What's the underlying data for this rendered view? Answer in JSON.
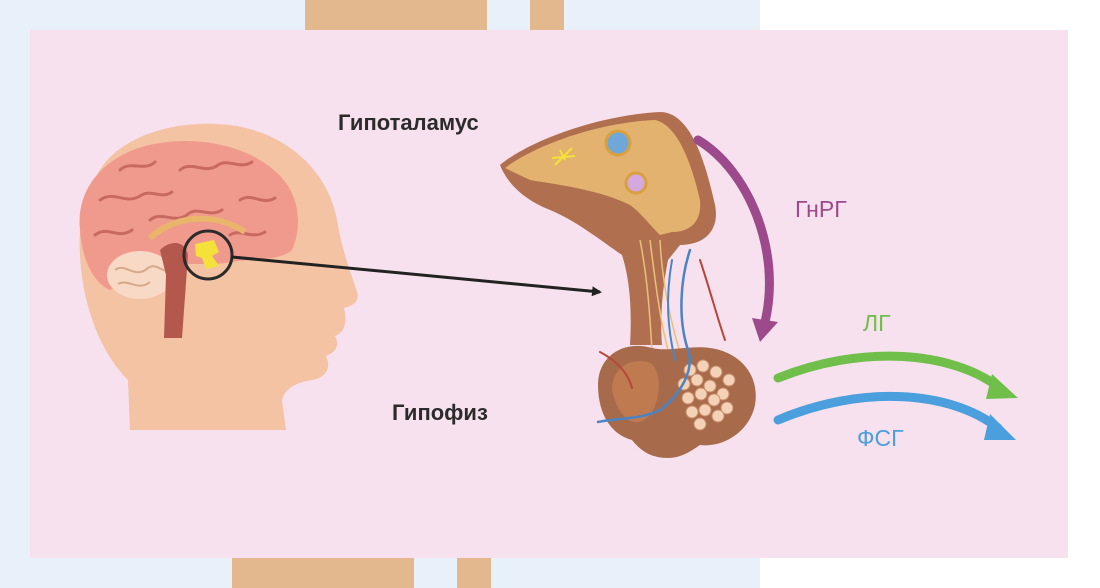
{
  "labels": {
    "hypothalamus": "Гипоталамус",
    "pituitary": "Гипофиз",
    "gnrh": "ГнРГ",
    "lh": "ЛГ",
    "fsh": "ФСГ"
  },
  "colors": {
    "panel": "#f7e1ee",
    "gnrh": "#9c4a8c",
    "lh": "#6fbf4a",
    "fsh": "#4a9fdc",
    "highlight": "#f4e13a",
    "text": "#2b2b2b"
  }
}
